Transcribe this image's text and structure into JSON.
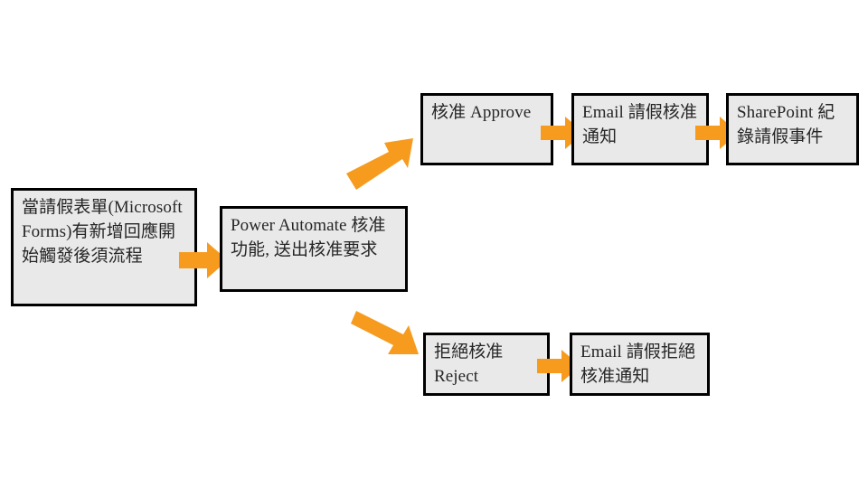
{
  "diagram": {
    "type": "flowchart",
    "title": "",
    "colors": {
      "node_fill": "#E9E9E9",
      "node_border": "#000000",
      "node_text": "#262626",
      "arrow": "#F79B1F",
      "background": "#FFFFFF"
    },
    "nodes": [
      {
        "id": "start",
        "name": "trigger-node",
        "label": "當請假表單(Microsoft Forms)有新增回應開始觸發後須流程"
      },
      {
        "id": "automate",
        "name": "power-automate-node",
        "label": "Power Automate 核准功能, 送出核准要求"
      },
      {
        "id": "approve",
        "name": "approve-node",
        "label": "核准 Approve"
      },
      {
        "id": "mail_approved",
        "name": "email-approved-node",
        "label": "Email 請假核准通知"
      },
      {
        "id": "sharepoint",
        "name": "sharepoint-node",
        "label": "SharePoint 紀錄請假事件"
      },
      {
        "id": "reject",
        "name": "reject-node",
        "label": "拒絕核准 Reject"
      },
      {
        "id": "mail_rejected",
        "name": "email-rejected-node",
        "label": "Email 請假拒絕核准通知"
      }
    ],
    "edges": [
      {
        "id": "e1",
        "from": "start",
        "to": "automate",
        "style": "straight-right",
        "label": ""
      },
      {
        "id": "e2",
        "from": "automate",
        "to": "approve",
        "style": "diagonal-up-right",
        "label": ""
      },
      {
        "id": "e3",
        "from": "approve",
        "to": "mail_approved",
        "style": "straight-right",
        "label": ""
      },
      {
        "id": "e4",
        "from": "mail_approved",
        "to": "sharepoint",
        "style": "straight-right",
        "label": ""
      },
      {
        "id": "e5",
        "from": "automate",
        "to": "reject",
        "style": "diagonal-down-right",
        "label": ""
      },
      {
        "id": "e6",
        "from": "reject",
        "to": "mail_rejected",
        "style": "straight-right",
        "label": ""
      }
    ]
  }
}
